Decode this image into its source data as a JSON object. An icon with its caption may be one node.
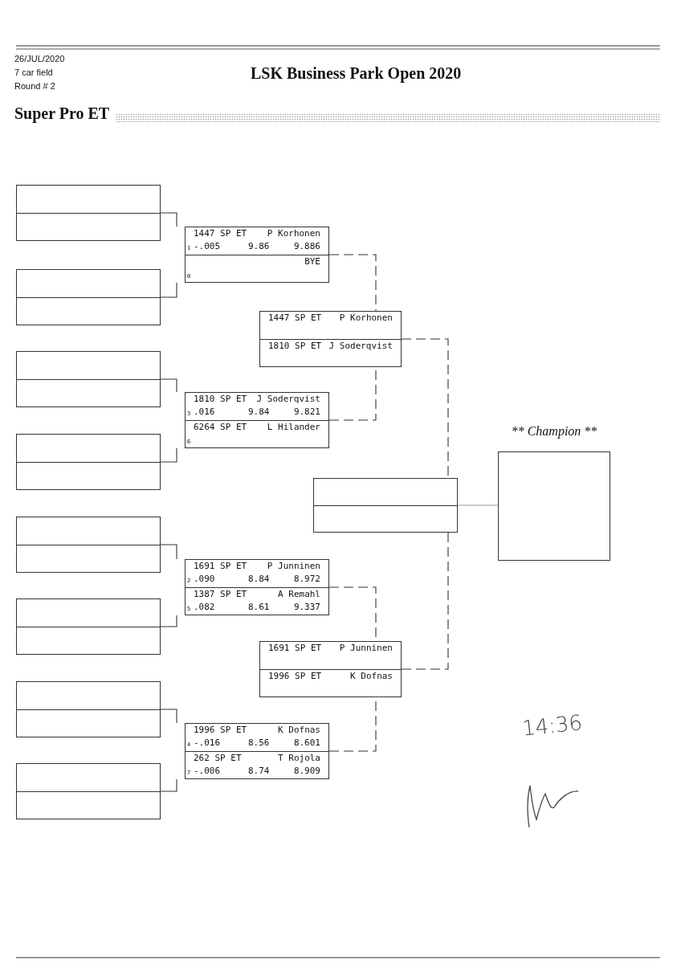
{
  "diagram": {
    "title": "LSK Business Park Open 2020",
    "nodes": [
      {
        "text": [],
        "shape": "box"
      },
      {
        "text": [],
        "shape": "box"
      },
      {
        "text": [
          "1447 SP ET",
          "P Korhonen",
          "1",
          "-.005",
          "9.86",
          "9.886"
        ],
        "in": 1
      },
      {
        "text": [
          "BYE",
          "0"
        ],
        "in": 1
      },
      {
        "text": [],
        "shape": "box"
      },
      {
        "text": [],
        "shape": "box"
      },
      {
        "text": [
          "1447 SP ET",
          "P Korhonen"
        ],
        "in": 5
      },
      {
        "text": [
          "1810 SP ET",
          "J Soderqvist"
        ],
        "in": 5
      },
      {
        "text": [],
        "shape": "box"
      },
      {
        "text": [],
        "shape": "box"
      },
      {
        "text": [
          "1810 SP ET",
          "J Soderqvist",
          "3",
          ".016",
          "9.84",
          "9.821"
        ],
        "in": 9
      },
      {
        "text": [
          "6264 SP ET",
          "L Hilander",
          "6"
        ],
        "in": 9
      },
      {
        "text": [],
        "shape": "box"
      },
      {
        "text": [
          "** Champion **"
        ]
      },
      {
        "text": [],
        "shape": "box"
      },
      {
        "text": [],
        "shape": "box"
      },
      {
        "text": [],
        "shape": "box"
      },
      {
        "text": [
          "1691 SP ET",
          "P Junninen",
          "2",
          ".090",
          "8.84",
          "8.972"
        ],
        "in": 16
      },
      {
        "text": [
          "1387 SP ET",
          "A Remahl",
          "5",
          ".082",
          "8.61",
          "9.337"
        ],
        "in": 16
      },
      {
        "text": [],
        "shape": "box"
      },
      {
        "text": [],
        "shape": "box"
      },
      {
        "text": [
          "1691 SP ET",
          "P Junninen"
        ],
        "in": 20
      },
      {
        "text": [
          "1996 SP ET",
          "K Dofnas"
        ],
        "in": 20
      },
      {
        "text": [],
        "shape": "box"
      },
      {
        "text": [],
        "shape": "box"
      },
      {
        "text": [
          "1996 SP ET",
          "K Dofnas",
          "4",
          "-.016",
          "8.56",
          "8.601"
        ],
        "in": 24
      },
      {
        "text": [
          "262 SP ET",
          "T Rojola",
          "7",
          "-.006",
          "8.74",
          "8.909"
        ],
        "in": 24
      },
      {
        "text": [],
        "shape": "box"
      }
    ],
    "edges": [
      {
        "from": 0,
        "to": 1,
        "arrow": "none"
      },
      {
        "from": 4,
        "to": 1,
        "arrow": "none"
      },
      {
        "from": 8,
        "to": 9,
        "arrow": "none"
      },
      {
        "from": 12,
        "to": 9,
        "arrow": "none"
      },
      {
        "from": 15,
        "to": 16,
        "arrow": "none"
      },
      {
        "from": 19,
        "to": 16,
        "arrow": "none"
      },
      {
        "from": 23,
        "to": 24,
        "arrow": "none"
      },
      {
        "from": 27,
        "to": 24,
        "arrow": "none"
      },
      {
        "from": 1,
        "to": 5,
        "arrow": "none",
        "style": "dashed"
      },
      {
        "from": 9,
        "to": 5,
        "arrow": "none",
        "style": "dashed"
      },
      {
        "from": 16,
        "to": 20,
        "arrow": "none",
        "style": "dashed"
      },
      {
        "from": 24,
        "to": 20,
        "arrow": "none",
        "style": "dashed"
      },
      {
        "from": 5,
        "to": 14,
        "arrow": "none",
        "style": "dashed"
      },
      {
        "from": 20,
        "to": 14,
        "arrow": "none",
        "style": "dashed"
      },
      {
        "from": 14,
        "to": 13,
        "arrow": "none",
        "color": "#999999"
      }
    ],
    "labels": [
      "26/JUL/2020",
      "7 car field",
      "Round # 2",
      "Super Pro ET",
      "14:36"
    ]
  }
}
